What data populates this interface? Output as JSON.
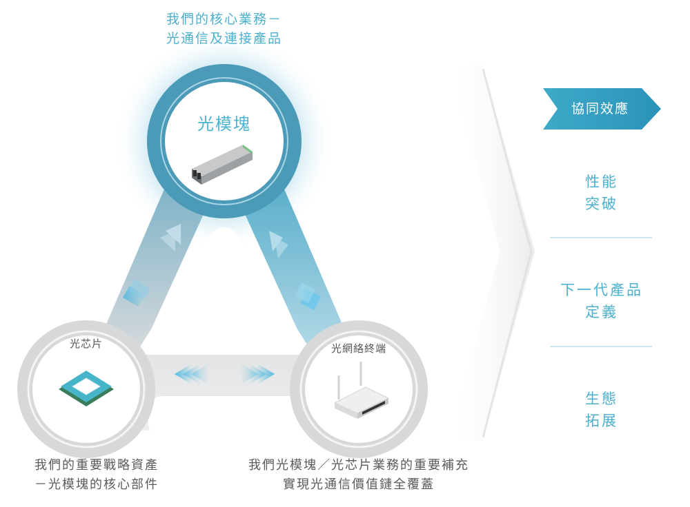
{
  "top_caption": {
    "line1": "我們的核心業務－",
    "line2": "光通信及連接產品"
  },
  "nodes": {
    "top": {
      "label": "光模塊",
      "icon": "optical-transceiver-module",
      "ring_color": "#4a9ab8"
    },
    "bottom_left": {
      "label": "光芯片",
      "icon": "optical-chip",
      "ring_color": "#d6d8da"
    },
    "bottom_right": {
      "label": "光網絡終端",
      "icon": "wifi-router",
      "ring_color": "#d6d8da"
    }
  },
  "captions": {
    "bottom_left": {
      "line1": "我們的重要戰略資產",
      "line2": "－光模塊的核心部件"
    },
    "bottom_right": {
      "line1": "我們光模塊／光芯片業務的重要補充",
      "line2": "實現光通信價值鏈全覆蓋"
    }
  },
  "right_panel": {
    "header": {
      "label": "協同效應",
      "color": "#2f9dc0"
    },
    "items": [
      {
        "line1": "性能",
        "line2": "突破"
      },
      {
        "line1": "下一代產品",
        "line2": "定義"
      },
      {
        "line1": "生態",
        "line2": "拓展"
      }
    ]
  },
  "colors": {
    "accent_blue": "#4bb0cf",
    "arrow_blue": "#5bc3e6",
    "ring_grey": "#d6d8da",
    "text_grey": "#5a5a5a"
  }
}
